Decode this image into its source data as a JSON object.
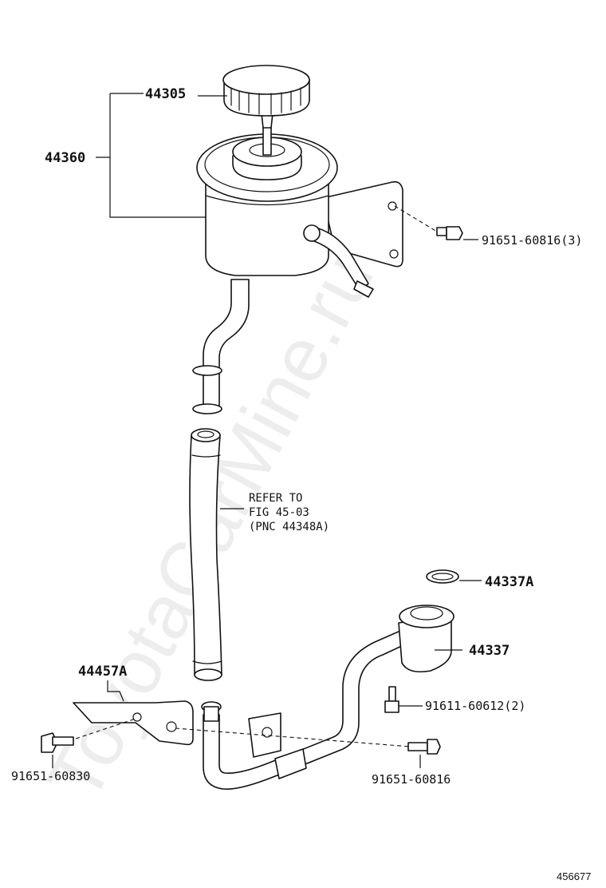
{
  "watermark": "ToyotaCarMine.ru",
  "figure_id": "456677",
  "callouts": {
    "cap": "44305",
    "reservoir": "44360",
    "bolt_reservoir": "91651-60816(3)",
    "o_ring": "44337A",
    "union": "44337",
    "union_bolt": "91611-60612(2)",
    "bracket": "44457A",
    "bolt_bracket": "91651-60830",
    "bolt_clamp": "91651-60816"
  },
  "refer_note": {
    "line1": "REFER TO",
    "line2": "FIG 45-03",
    "line3": "(PNC 44348A)"
  }
}
